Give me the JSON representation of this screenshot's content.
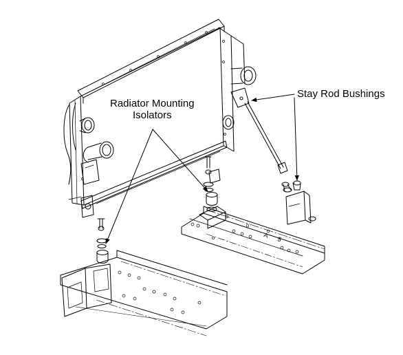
{
  "callouts": {
    "radiator_mounting_isolators": {
      "line1": "Radiator Mounting",
      "line2": "Isolators"
    },
    "stay_rod_bushings": "Stay Rod Bushings"
  },
  "frame_stamp": {
    "letter": "A",
    "digit": "5"
  },
  "colors": {
    "line": "#000000",
    "background": "#ffffff",
    "shade": "#d9d9d9"
  }
}
